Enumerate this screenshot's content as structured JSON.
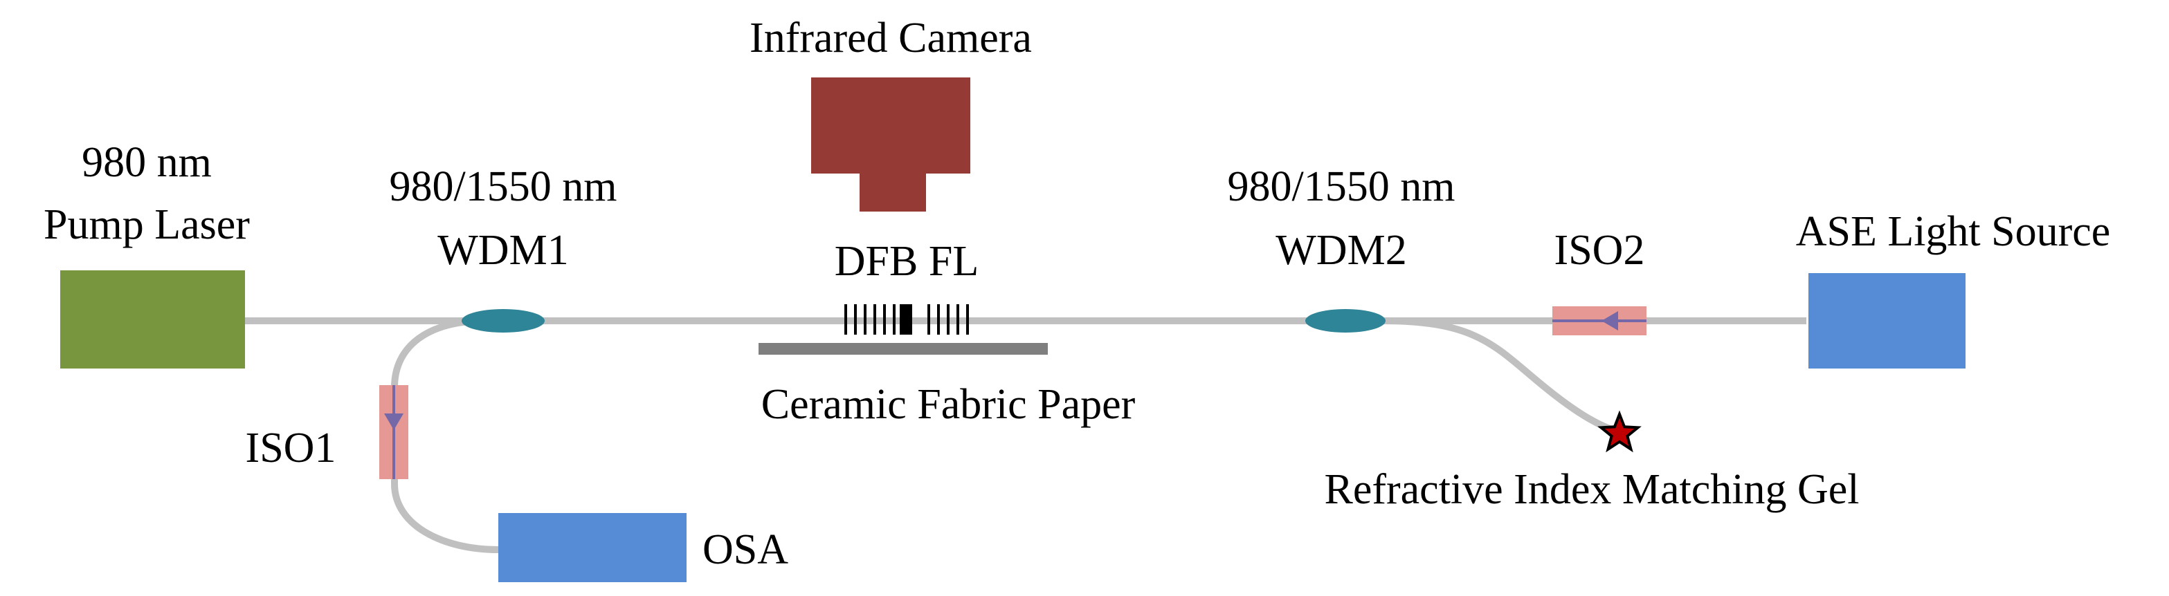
{
  "colors": {
    "background": "#ffffff",
    "fiber": "#c0c0c0",
    "pump_laser": "#78963e",
    "camera": "#953a35",
    "wdm": "#2f8598",
    "instrument": "#558cd5",
    "isolator_body": "#e59894",
    "isolator_arrow": "#7468a9",
    "substrate": "#7f7f7f",
    "grating": "#000000",
    "star_fill": "#c00000",
    "text": "#000000"
  },
  "labels": {
    "pump_line1": "980 nm",
    "pump_line2": "Pump Laser",
    "wdm1_line1": "980/1550 nm",
    "wdm1_line2": "WDM1",
    "camera": "Infrared Camera",
    "dfb": "DFB FL",
    "ceramic": "Ceramic Fabric Paper",
    "wdm2_line1": "980/1550 nm",
    "wdm2_line2": "WDM2",
    "iso1": "ISO1",
    "iso2": "ISO2",
    "ase": "ASE Light Source",
    "osa": "OSA",
    "gel": "Refractive Index Matching Gel"
  }
}
